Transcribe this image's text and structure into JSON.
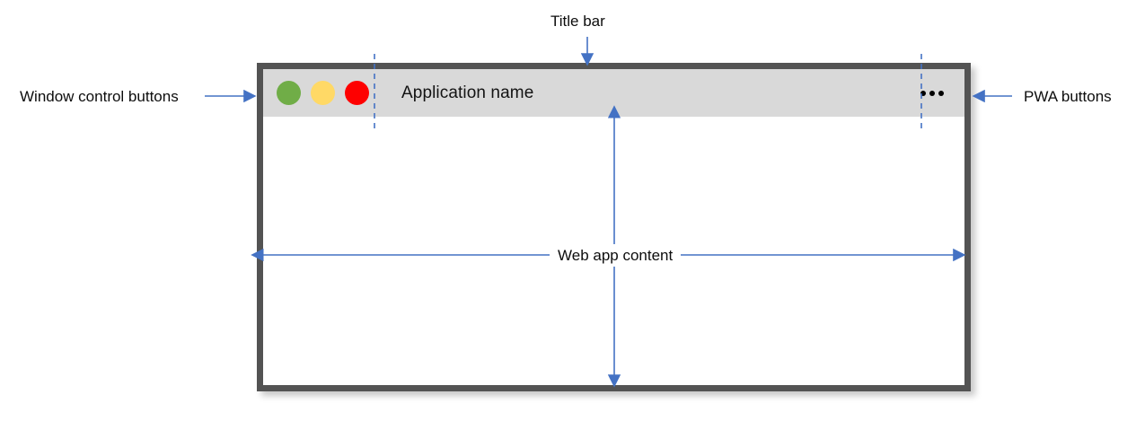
{
  "diagram": {
    "title_note": "PWA window anatomy diagram",
    "annotations": {
      "title_bar": "Title bar",
      "window_controls": "Window control buttons",
      "pwa_buttons": "PWA buttons",
      "web_app_content": "Web app content"
    },
    "colors": {
      "frame": "#535353",
      "title_bar_bg": "#d9d9d9",
      "content_bg": "#ffffff",
      "annotation_blue": "#4472c4",
      "dashed_blue": "#4472c4",
      "control_green": "#70ad47",
      "control_yellow": "#ffd966",
      "control_red": "#fe0000",
      "pwa_dot": "#000000",
      "text": "#0d0d0d"
    }
  },
  "window": {
    "title": "Application name",
    "controls": [
      {
        "name": "minimize",
        "color": "#70ad47"
      },
      {
        "name": "maximize",
        "color": "#ffd966"
      },
      {
        "name": "close",
        "color": "#fe0000"
      }
    ],
    "pwa_menu": {
      "icon": "ellipsis-icon",
      "dots": 3
    },
    "content": {
      "body": ""
    }
  }
}
